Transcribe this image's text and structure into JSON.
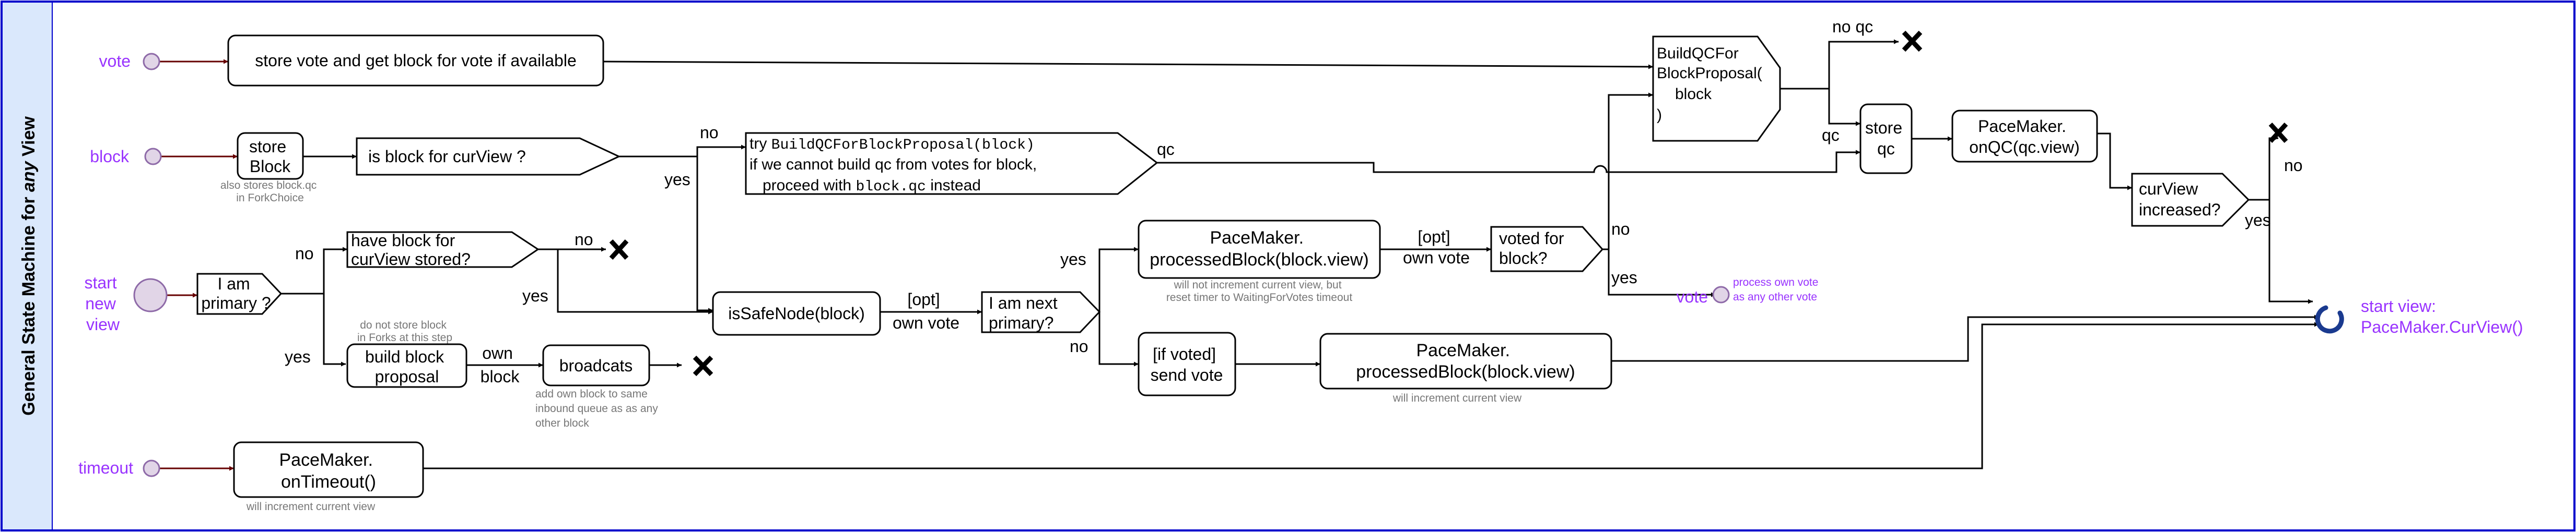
{
  "swimlane": {
    "title_pre": "General State Machine for ",
    "title_em": "any",
    "title_post": " View"
  },
  "colors": {
    "lane_bg": "#dae8fc",
    "border": "#0000cc",
    "purple": "#9933ff",
    "note_gray": "#777777",
    "arrow_start": "#660000",
    "spinner": "#1a3a8f"
  },
  "events": {
    "vote": "vote",
    "block": "block",
    "start_new_view": [
      "start",
      "new",
      "view"
    ],
    "timeout": "timeout"
  },
  "nodes": {
    "store_vote": "store vote and get block for vote if available",
    "store_block": [
      "store",
      "Block"
    ],
    "is_block_for_curview": "is block for curView ?",
    "try_build_qc": {
      "try": "try ",
      "fn": "BuildQCForBlockProposal(block)",
      "line2": "if we cannot build qc from votes for block,",
      "line3_pre": "proceed with ",
      "line3_code": "block.qc",
      "line3_post": " instead"
    },
    "build_qc_for_block_proposal": [
      "BuildQCFor",
      "BlockProposal(",
      "block",
      ")"
    ],
    "store_qc": [
      "store",
      "qc"
    ],
    "on_qc": [
      "PaceMaker.",
      "onQC(qc.view)"
    ],
    "curview_increased": [
      "curView",
      "increased?"
    ],
    "i_am_primary": [
      "I am",
      "primary ?"
    ],
    "have_block_stored": [
      "have block for",
      "curView stored?"
    ],
    "build_block_proposal": [
      "build block",
      "proposal"
    ],
    "broadcats": "broadcats",
    "is_safe_node": "isSafeNode(block)",
    "i_am_next_primary": [
      "I am next",
      "primary?"
    ],
    "processed_block_1": [
      "PaceMaker.",
      "processedBlock(block.view)"
    ],
    "voted_for_block": [
      "voted for",
      "block?"
    ],
    "if_voted_send_vote": [
      "[if voted]",
      "send vote"
    ],
    "processed_block_2": [
      "PaceMaker.",
      "processedBlock(block.view)"
    ],
    "on_timeout": [
      "PaceMaker.",
      "onTimeout()"
    ],
    "vote_out": "vote",
    "start_view": [
      "start view:",
      "PaceMaker.CurView()"
    ]
  },
  "edge_labels": {
    "no_qc": "no qc",
    "qc_top": "qc",
    "qc_try": "qc",
    "no_try": "no",
    "yes_safe": "yes",
    "no_have": "no",
    "yes_have": "yes",
    "no_primary": "no",
    "yes_primary": "yes",
    "own_block": [
      "own",
      "block"
    ],
    "opt_own_vote_1": [
      "[opt]",
      "own vote"
    ],
    "yes_next": "yes",
    "no_next": "no",
    "opt_own_vote_2": [
      "[opt]",
      "own vote"
    ],
    "no_voted": "no",
    "yes_voted": "yes",
    "no_curview": "no",
    "yes_curview": "yes"
  },
  "notes": {
    "store_block": [
      "also stores block.qc",
      "in ForkChoice"
    ],
    "build_proposal": [
      "do not store block",
      "in Forks at this step"
    ],
    "broadcats": [
      "add own block to same",
      "inbound queue as as any",
      "other block"
    ],
    "processed_block_1": [
      "will not increment current view, but",
      "reset timer to WaitingForVotes timeout"
    ],
    "processed_block_2": "will increment current view",
    "on_timeout": "will increment current view",
    "process_own_vote": [
      "process own vote",
      "as any other vote"
    ]
  }
}
